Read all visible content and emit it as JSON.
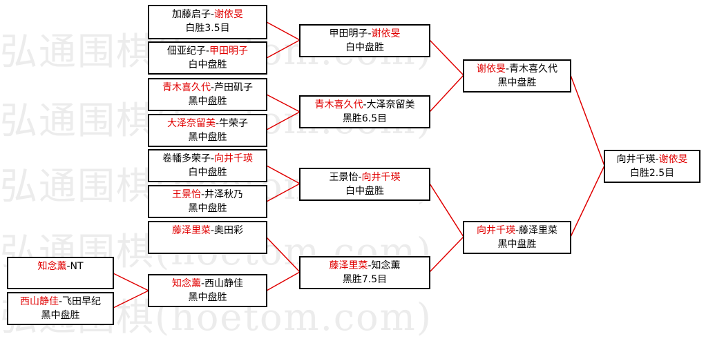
{
  "watermark": "弘通围棋(hoetom.com)",
  "colors": {
    "winner": "#e00000",
    "line": "#e00000",
    "border": "#000000"
  },
  "matches": {
    "r1a": {
      "p1": "加藤启子",
      "p2": "谢依旻",
      "winner": 2,
      "result": "白胜3.5目"
    },
    "r1b": {
      "p1": "佃亚纪子",
      "p2": "甲田明子",
      "winner": 2,
      "result": "白中盘胜"
    },
    "r1c": {
      "p1": "青木喜久代",
      "p2": "芦田矶子",
      "winner": 1,
      "result": "黑中盘胜"
    },
    "r1d": {
      "p1": "大泽奈留美",
      "p2": "牛荣子",
      "winner": 1,
      "result": "黑中盘胜"
    },
    "r1e": {
      "p1": "卷幡多荣子",
      "p2": "向井千瑛",
      "winner": 2,
      "result": "白中盘胜"
    },
    "r1f": {
      "p1": "王景怡",
      "p2": "井泽秋乃",
      "winner": 1,
      "result": "黑中盘胜"
    },
    "r1g": {
      "p1": "藤泽里菜",
      "p2": "奥田彩",
      "winner": 1,
      "result": ""
    },
    "r1h": {
      "p1": "知念薰",
      "p2": "西山静佳",
      "winner": 1,
      "result": "黑中盘胜"
    },
    "r0a": {
      "p1": "知念薰",
      "p2": "NT",
      "winner": 1,
      "result": ""
    },
    "r0b": {
      "p1": "西山静佳",
      "p2": "飞田早纪",
      "winner": 1,
      "result": "黑中盘胜"
    },
    "r2a": {
      "p1": "甲田明子",
      "p2": "谢依旻",
      "winner": 2,
      "result": "白中盘胜"
    },
    "r2b": {
      "p1": "青木喜久代",
      "p2": "大泽奈留美",
      "winner": 1,
      "result": "黑胜6.5目"
    },
    "r2c": {
      "p1": "王景怡",
      "p2": "向井千瑛",
      "winner": 2,
      "result": "白中盘胜"
    },
    "r2d": {
      "p1": "藤泽里菜",
      "p2": "知念薰",
      "winner": 1,
      "result": "黑胜7.5目"
    },
    "r3a": {
      "p1": "谢依旻",
      "p2": "青木喜久代",
      "winner": 1,
      "result": "黑中盘胜"
    },
    "r3b": {
      "p1": "向井千瑛",
      "p2": "藤泽里菜",
      "winner": 1,
      "result": "黑中盘胜"
    },
    "final": {
      "p1": "向井千瑛",
      "p2": "谢依旻",
      "winner": 2,
      "result": "白胜2.5目"
    }
  }
}
